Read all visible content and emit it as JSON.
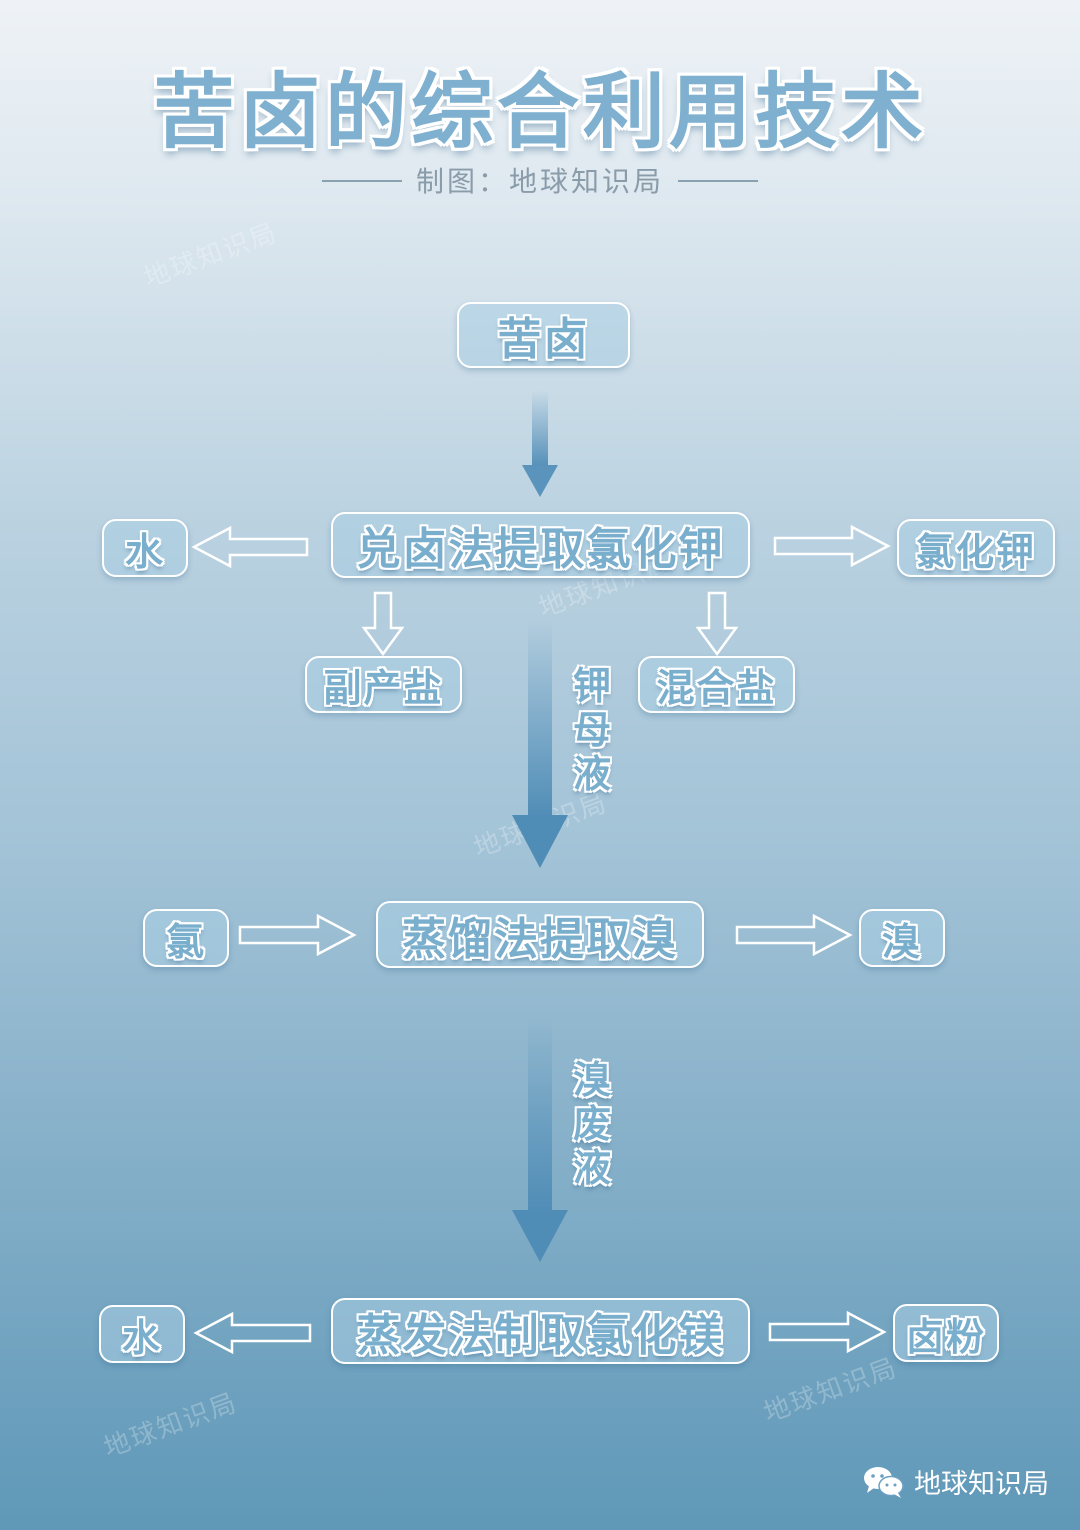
{
  "title": "苦卤的综合利用技术",
  "credit": "制图：地球知识局",
  "watermark": "地球知识局",
  "nodes": {
    "source": "苦卤",
    "step1": "兑卤法提取氯化钾",
    "step1_left": "水",
    "step1_right": "氯化钾",
    "step1_by1": "副产盐",
    "step1_by2": "混合盐",
    "step2": "蒸馏法提取溴",
    "step2_left": "氯",
    "step2_right": "溴",
    "step3": "蒸发法制取氯化镁",
    "step3_left": "水",
    "step3_right": "卤粉"
  },
  "flow_labels": {
    "mother_liquor": [
      "钾",
      "母",
      "液"
    ],
    "bromine_waste": [
      "溴",
      "废",
      "液"
    ]
  },
  "footer": {
    "icon": "wechat-icon",
    "label": "地球知识局"
  },
  "colors": {
    "text": "#7aaecd",
    "arrow": "#5a94bd",
    "outline": "#ffffff"
  }
}
